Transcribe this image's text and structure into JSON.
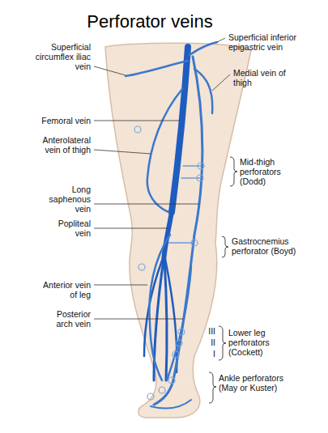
{
  "diagram": {
    "title": "Perforator veins",
    "labels": [
      "Superficial circumflex iliac vein",
      "Femoral vein",
      "Anterolateral vein of thigh",
      "Long saphenous vein",
      "Popliteal vein",
      "Anterior vein of leg",
      "Posterior arch vein",
      "Superficial inferior epigastric vein",
      "Medial vein of thigh",
      "Mid-thigh perforators (Dodd)",
      "Gastrocnemius perforator (Boyd)",
      "III",
      "II",
      "I",
      "Lower leg perforators (Cockett)",
      "Ankle perforators (May or Kuster)"
    ]
  }
}
